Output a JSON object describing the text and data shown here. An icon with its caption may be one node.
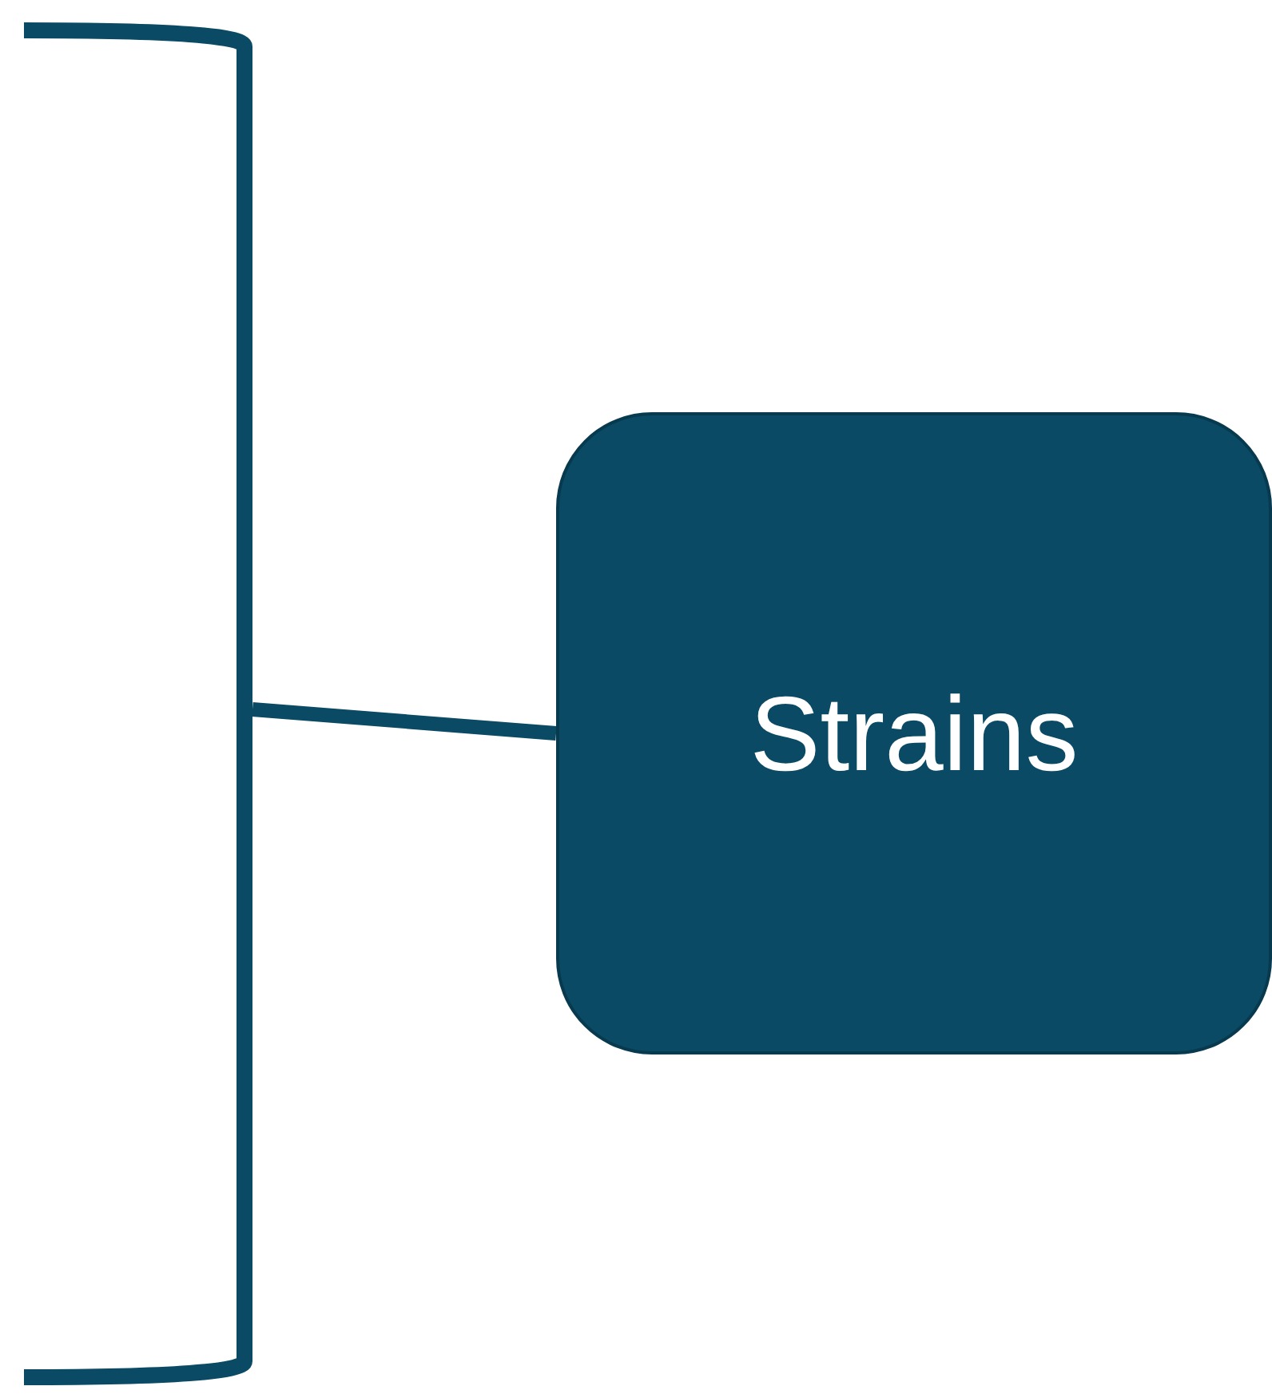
{
  "diagram": {
    "nodes": [
      {
        "text": [],
        "shape": "bracket"
      },
      {
        "text": [
          "Strains"
        ]
      }
    ],
    "edges": [
      {
        "from": 0,
        "to": 1,
        "arrow": "none"
      }
    ]
  }
}
